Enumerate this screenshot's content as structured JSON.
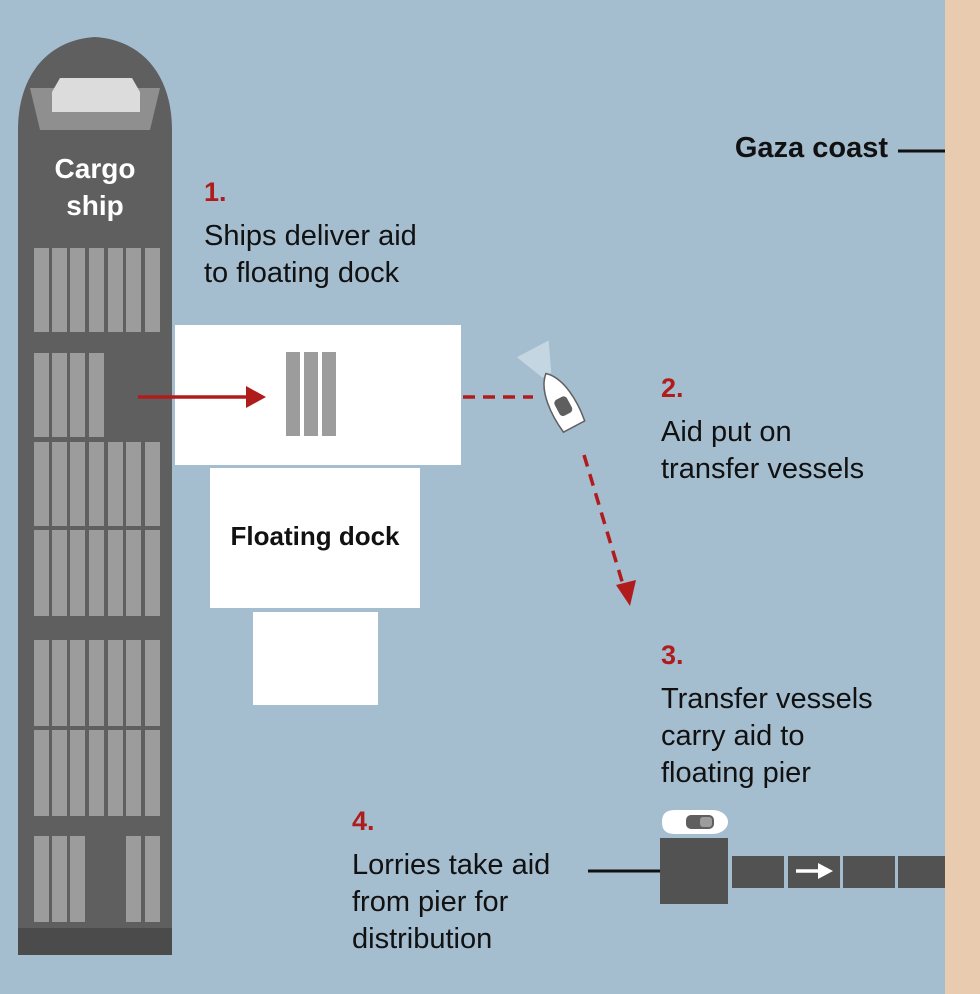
{
  "ship": {
    "label": "Cargo\nship"
  },
  "dock": {
    "label": "Floating dock"
  },
  "coast": {
    "label": "Gaza coast"
  },
  "steps": [
    {
      "number": "1.",
      "text": "Ships deliver aid\nto floating dock"
    },
    {
      "number": "2.",
      "text": "Aid put on\ntransfer vessels"
    },
    {
      "number": "3.",
      "text": "Transfer vessels\ncarry aid to\nfloating pier"
    },
    {
      "number": "4.",
      "text": "Lorries take aid\nfrom pier for\ndistribution"
    }
  ],
  "colors": {
    "sea": "#a4bdcf",
    "coast": "#e9ccb0",
    "ship": "#5f5f60",
    "container": "#9c9c9c",
    "dock": "#ffffff",
    "arrow": "#b01c1c",
    "pier": "#525252"
  }
}
